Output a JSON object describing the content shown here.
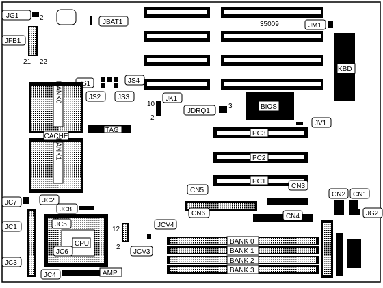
{
  "board_code": "35009",
  "jumpers": {
    "jg1": "JG1",
    "jbat1": "JBAT1",
    "jm1": "JM1",
    "jfb1": "JFB1",
    "js1": "JS1",
    "js2": "JS2",
    "js3": "JS3",
    "js4": "JS4",
    "jk1": "JK1",
    "jdrq1": "JDRQ1",
    "jv1": "JV1",
    "jc7": "JC7",
    "jc2": "JC2",
    "jc8": "JC8",
    "jc1": "JC1",
    "jc5": "JC5",
    "jc6": "JC6",
    "jc3": "JC3",
    "jc4": "JC4",
    "jcv4": "JCV4",
    "jcv3": "JCV3",
    "jg2": "JG2"
  },
  "connectors": {
    "kbd": "KBD",
    "bios": "BIOS",
    "pc1": "PC1",
    "pc2": "PC2",
    "pc3": "PC3",
    "cn1": "CN1",
    "cn2": "CN2",
    "cn3": "CN3",
    "cn4": "CN4",
    "cn5": "CN5",
    "cn6": "CN6"
  },
  "components": {
    "bank0_vertical": "BANK0",
    "bank1_vertical": "BANK1",
    "cache": "CACHE",
    "tag": "TAG",
    "cpu": "CPU",
    "amp": "AMP"
  },
  "memory_banks": [
    "BANK 0",
    "BANK 1",
    "BANK 2",
    "BANK 3"
  ],
  "pin_numbers": {
    "jg1_pin": "2",
    "jfb1_pin_left": "21",
    "jfb1_pin_right": "22",
    "jk1_pin_top": "10",
    "jk1_pin_bottom": "2",
    "jdrq1_pin": "3",
    "jcv3_pin_top": "12",
    "jcv3_pin_bottom": "2"
  }
}
